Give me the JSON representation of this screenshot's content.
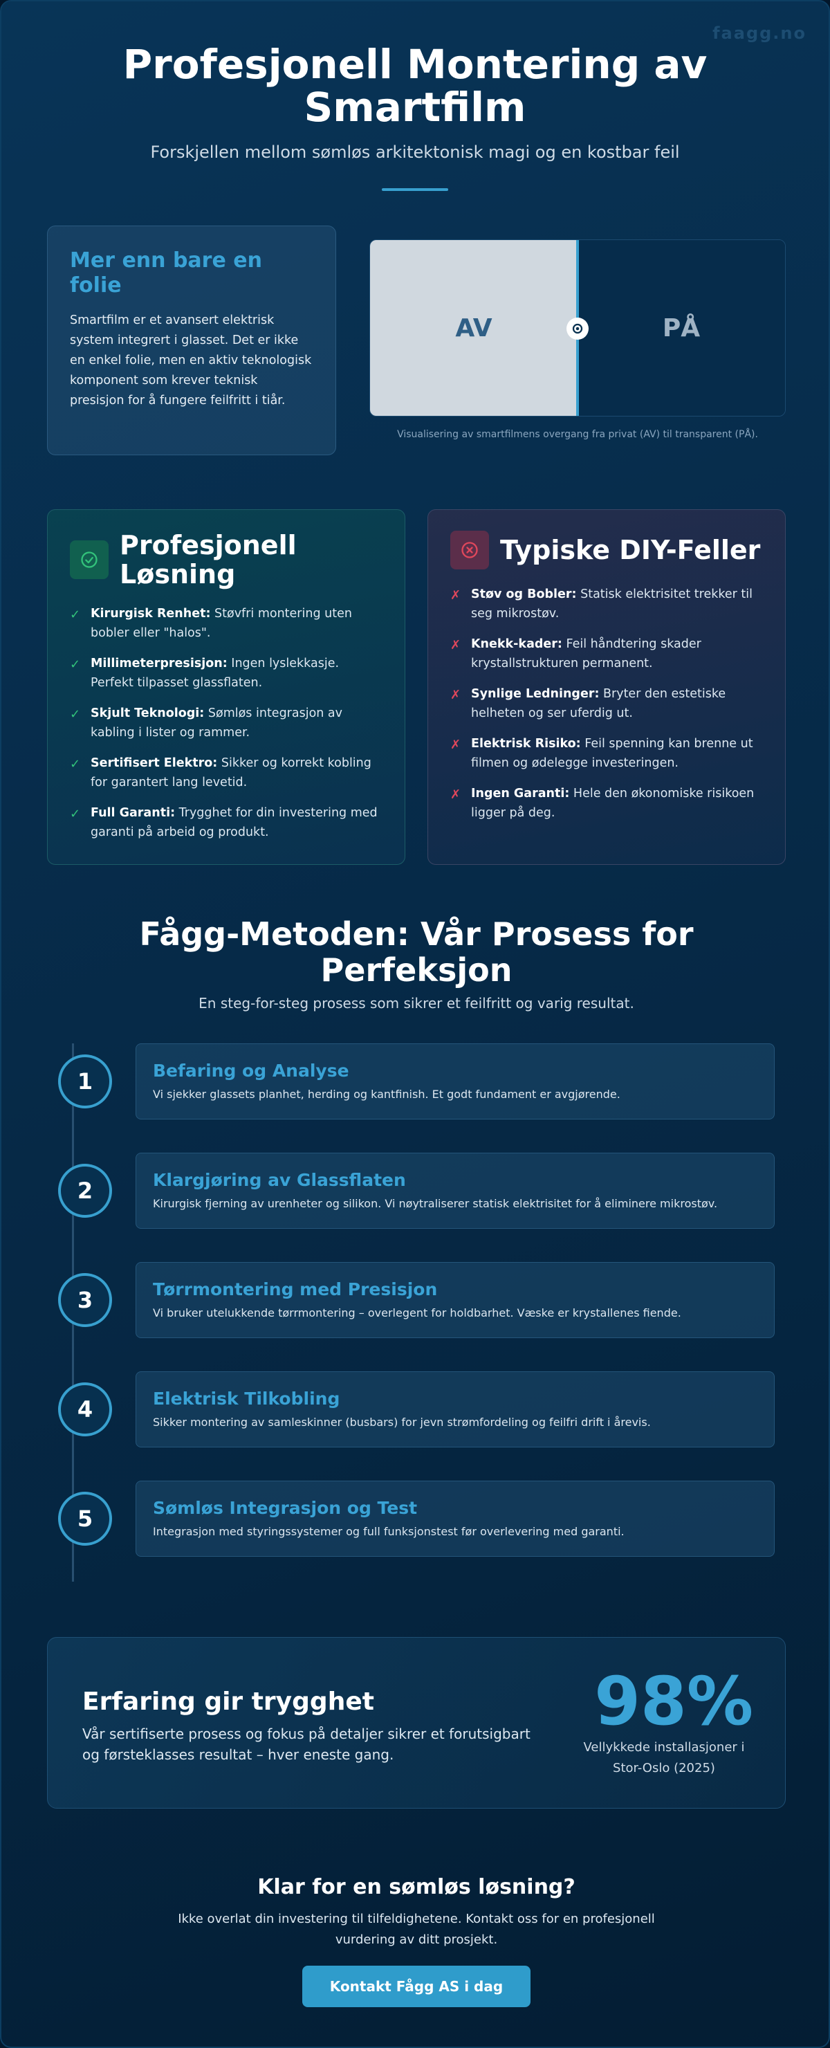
{
  "brand": {
    "watermark": "faagg.no"
  },
  "hero": {
    "title": "Profesjonell Montering av Smartfilm",
    "subtitle": "Forskjellen mellom sømløs arkitektonisk magi og en kostbar feil"
  },
  "intro": {
    "heading": "Mer enn bare en folie",
    "text": "Smartfilm er et avansert elektrisk system integrert i glasset. Det er ikke en enkel folie, men en aktiv teknologisk komponent som krever teknisk presisjon for å fungere feilfritt i tiår."
  },
  "slider": {
    "off_label": "AV",
    "on_label": "PÅ",
    "caption": "Visualisering av smartfilmens overgang fra privat (AV) til transparent (PÅ).",
    "position_percent": 50
  },
  "pro": {
    "title": "Profesjonell Løsning",
    "items": [
      {
        "bold": "Kirurgisk Renhet:",
        "text": " Støvfri montering uten bobler eller \"halos\"."
      },
      {
        "bold": "Millimeterpresisjon:",
        "text": " Ingen lyslekkasje. Perfekt tilpasset glassflaten."
      },
      {
        "bold": "Skjult Teknologi:",
        "text": " Sømløs integrasjon av kabling i lister og rammer."
      },
      {
        "bold": "Sertifisert Elektro:",
        "text": " Sikker og korrekt kobling for garantert lang levetid."
      },
      {
        "bold": "Full Garanti:",
        "text": " Trygghet for din investering med garanti på arbeid og produkt."
      }
    ]
  },
  "diy": {
    "title": "Typiske DIY-Feller",
    "items": [
      {
        "bold": "Støv og Bobler:",
        "text": " Statisk elektrisitet trekker til seg mikrostøv."
      },
      {
        "bold": "Knekk-kader:",
        "text": " Feil håndtering skader krystallstrukturen permanent."
      },
      {
        "bold": "Synlige Ledninger:",
        "text": " Bryter den estetiske helheten og ser uferdig ut."
      },
      {
        "bold": "Elektrisk Risiko:",
        "text": " Feil spenning kan brenne ut filmen og ødelegge investeringen."
      },
      {
        "bold": "Ingen Garanti:",
        "text": " Hele den økonomiske risikoen ligger på deg."
      }
    ]
  },
  "method": {
    "title": "Fågg-Metoden: Vår Prosess for Perfeksjon",
    "subtitle": "En steg-for-steg prosess som sikrer et feilfritt og varig resultat.",
    "steps": [
      {
        "num": "1",
        "title": "Befaring og Analyse",
        "text": "Vi sjekker glassets planhet, herding og kantfinish. Et godt fundament er avgjørende."
      },
      {
        "num": "2",
        "title": "Klargjøring av Glassflaten",
        "text": "Kirurgisk fjerning av urenheter og silikon. Vi nøytraliserer statisk elektrisitet for å eliminere mikrostøv."
      },
      {
        "num": "3",
        "title": "Tørrmontering med Presisjon",
        "text": "Vi bruker utelukkende tørrmontering – overlegent for holdbarhet. Væske er krystallenes fiende."
      },
      {
        "num": "4",
        "title": "Elektrisk Tilkobling",
        "text": "Sikker montering av samleskinner (busbars) for jevn strømfordeling og feilfri drift i årevis."
      },
      {
        "num": "5",
        "title": "Sømløs Integrasjon og Test",
        "text": "Integrasjon med styringssystemer og full funksjonstest før overlevering med garanti."
      }
    ]
  },
  "stat": {
    "heading": "Erfaring gir trygghet",
    "text": "Vår sertifiserte prosess og fokus på detaljer sikrer et forutsigbart og førsteklasses resultat – hver eneste gang.",
    "value": "98%",
    "label": "Vellykkede installasjoner i Stor-Oslo (2025)"
  },
  "cta": {
    "heading": "Klar for en sømløs løsning?",
    "text": "Ikke overlat din investering til tilfeldighetene. Kontakt oss for en profesjonell vurdering av ditt prosjekt.",
    "button": "Kontakt Fågg AS i dag"
  },
  "colors": {
    "accent": "#38a0cf",
    "success": "#32c27a",
    "danger": "#e0475b",
    "background": "#072c4b"
  },
  "icons": {
    "pro": "check-circle-icon",
    "diy": "x-circle-icon",
    "slider_handle": "drag-handle-icon",
    "list_check": "check-icon",
    "list_cross": "cross-icon"
  }
}
